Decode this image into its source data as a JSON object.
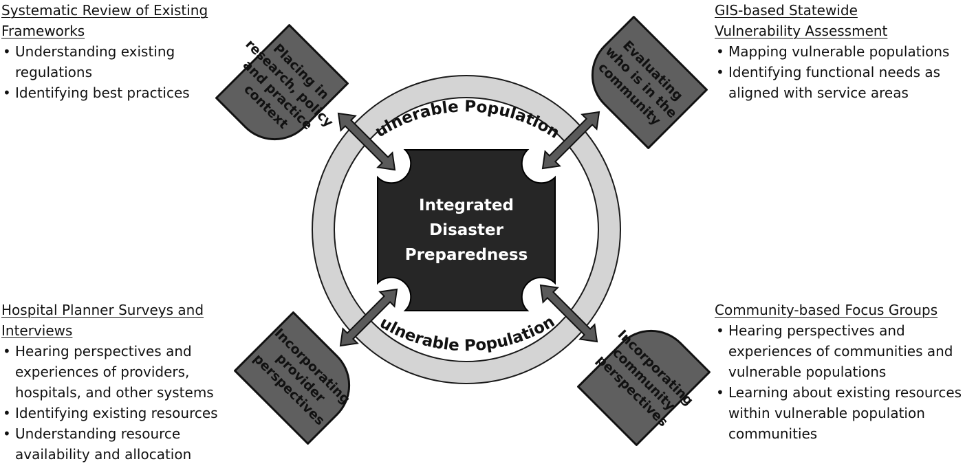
{
  "center": {
    "lines": [
      "Integrated",
      "Disaster",
      "Preparedness"
    ]
  },
  "ring_label_top": "Vulnerable Populations",
  "ring_label_bottom": "Vulnerable Populations",
  "boxes": {
    "top_left": [
      "Placing in",
      "research, policy",
      "and practice",
      "context"
    ],
    "top_right": [
      "Evaluating",
      "who is in the",
      "community"
    ],
    "bottom_left": [
      "Incorporating",
      "provider",
      "perspectives"
    ],
    "bottom_right": [
      "Incorporating",
      "community",
      "perspectives"
    ]
  },
  "blocks": {
    "top_left": {
      "heading": [
        "Systematic Review of Existing",
        "Frameworks"
      ],
      "bullets": [
        [
          "Understanding existing",
          "regulations"
        ],
        [
          "Identifying best practices"
        ]
      ]
    },
    "top_right": {
      "heading": [
        "GIS-based Statewide",
        "Vulnerability Assessment"
      ],
      "bullets": [
        [
          "Mapping vulnerable populations"
        ],
        [
          "Identifying functional needs as",
          "aligned with service areas"
        ]
      ]
    },
    "bottom_left": {
      "heading": [
        "Hospital Planner Surveys and",
        "Interviews"
      ],
      "bullets": [
        [
          "Hearing perspectives and",
          "experiences of providers,",
          "hospitals, and other systems"
        ],
        [
          "Identifying existing resources"
        ],
        [
          "Understanding resource",
          "availability and allocation"
        ]
      ]
    },
    "bottom_right": {
      "heading": [
        "Community-based Focus Groups"
      ],
      "bullets": [
        [
          "Hearing perspectives and",
          "experiences of communities and",
          "vulnerable populations"
        ],
        [
          "Learning about existing resources",
          "within vulnerable population",
          "communities"
        ]
      ]
    }
  }
}
